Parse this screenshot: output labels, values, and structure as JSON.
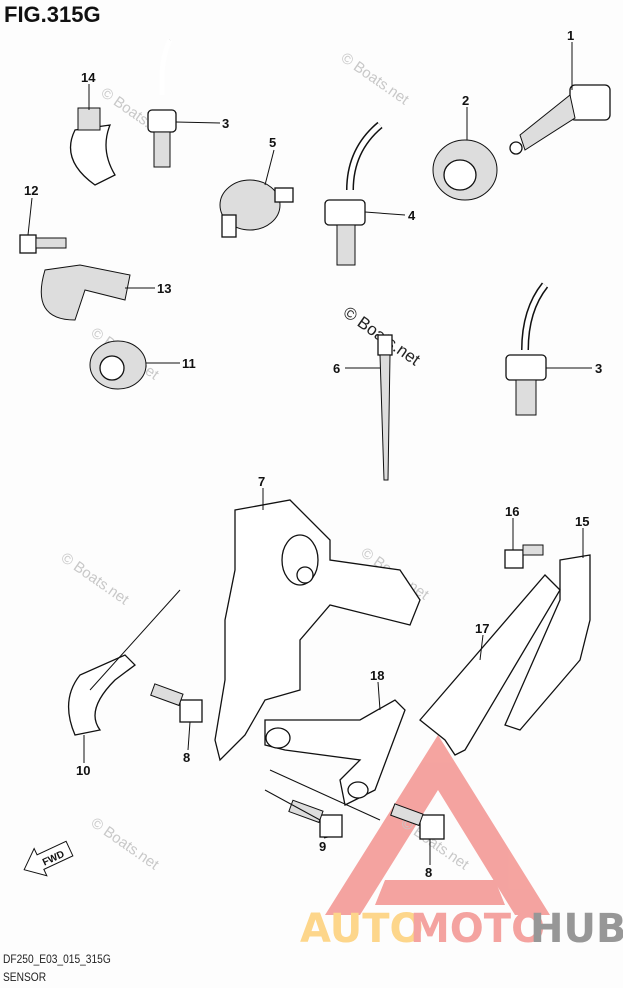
{
  "title": "FIG.315G",
  "code": "DF250_E03_015_315G",
  "subtitle": "SENSOR",
  "fwd_label": "FWD",
  "watermark": "© Boats.net",
  "logo": {
    "part1": "AUTO",
    "part2": "MOTO",
    "part3": "HUB",
    "colors": {
      "auto": "#fdd27f",
      "moto": "#f49a96",
      "hub": "#8c8c8c",
      "triangle": "#f49a96"
    }
  },
  "callouts": [
    "1",
    "2",
    "3",
    "4",
    "5",
    "14",
    "12",
    "13",
    "11",
    "6",
    "3",
    "7",
    "16",
    "15",
    "17",
    "18",
    "8",
    "10",
    "9",
    "8"
  ]
}
